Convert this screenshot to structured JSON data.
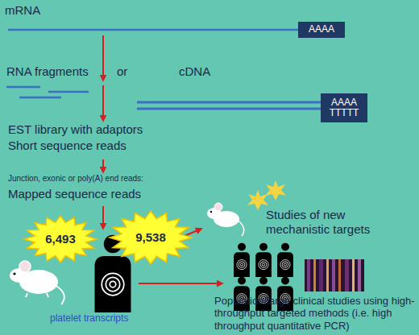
{
  "diagram": {
    "nodes": [
      {
        "text": [
          "AAAA"
        ]
      },
      {
        "text": [
          "AAAA",
          "TTTTT"
        ]
      },
      {
        "text": [
          "6,493"
        ]
      },
      {
        "text": [
          "9,538"
        ]
      }
    ],
    "labels": [
      "mRNA",
      "RNA fragments",
      "or",
      "cDNA",
      "EST library with adaptors",
      "Short sequence reads",
      "Junction, exonic or poly(A) end reads:",
      "Mapped sequence reads",
      "platelet transcripts",
      "Studies of new mechanistic targets",
      "Population/large clinical studies using high-throughput targeted methods (i.e. high throughput quantitative PCR)"
    ]
  }
}
